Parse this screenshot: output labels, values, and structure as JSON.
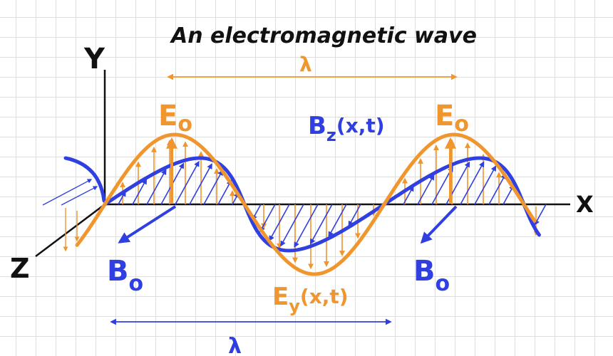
{
  "title": "An electromagnetic wave",
  "axes": {
    "x": "X",
    "y": "Y",
    "z": "Z"
  },
  "labels": {
    "e_amp_left": "E",
    "e_amp_left_sub": "o",
    "e_amp_right": "E",
    "e_amp_right_sub": "o",
    "b_amp_left": "B",
    "b_amp_left_sub": "o",
    "b_amp_right": "B",
    "b_amp_right_sub": "o",
    "b_field": "B",
    "b_field_sub": "z",
    "b_field_args": "(x,t)",
    "e_field": "E",
    "e_field_sub": "y",
    "e_field_args": "(x,t)",
    "wavelength_top": "λ",
    "wavelength_bottom": "λ"
  },
  "colors": {
    "electric": "#f0962f",
    "magnetic": "#2f3fe0",
    "ink": "#111111",
    "grid": "#dedede"
  }
}
